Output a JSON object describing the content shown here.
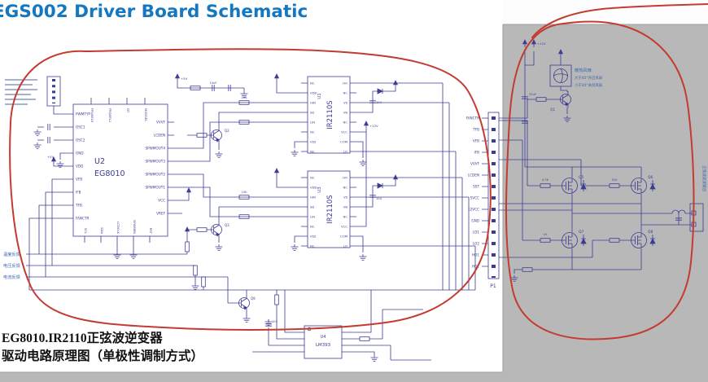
{
  "title": "EGS002 Driver Board Schematic",
  "footer": {
    "line1": "EG8010.IR2110正弦波逆变器",
    "line2": "驱动电路原理图（单极性调制方式）"
  },
  "colors": {
    "title": "#1577c0",
    "ink": "#3c3c94",
    "annot": "#3a66b5",
    "red": "#c43b30"
  },
  "chips": {
    "eg8010": {
      "ref": "U2",
      "part": "EG8010",
      "left_pins": [
        "PWMTYP",
        "OSC1",
        "OSC2",
        "GND",
        "VDD",
        "VFB",
        "IFB",
        "TFB",
        "FANCTR"
      ],
      "right_pins": [
        "VVVF",
        "LCDEN",
        "SPWMOUT4",
        "SPWMOUT3",
        "SPWMOUT2",
        "SPWMOUT1",
        "VCC",
        "VREF"
      ],
      "top_pins": [
        "FRQSEL0",
        "FRQSEL1",
        "DT",
        "MODSEL"
      ],
      "bottom_pins": [
        "SCL",
        "SDA",
        "LCDCLK",
        "SPWMEN",
        "RST"
      ]
    },
    "ir2110_a": {
      "ref": "U1",
      "part": "IR2110S",
      "left_pins": [
        "NC",
        "VDD",
        "HIN",
        "SD",
        "LIN",
        "NC",
        "VSS",
        "NC"
      ],
      "right_pins": [
        "HO",
        "NC",
        "VS",
        "VB",
        "NC",
        "VCC",
        "COM",
        "LO"
      ]
    },
    "ir2110_b": {
      "ref": "U3",
      "part": "IR2110S",
      "left_pins": [
        "NC",
        "VDD",
        "HIN",
        "SD",
        "LIN",
        "NC",
        "VSS",
        "NC"
      ],
      "right_pins": [
        "HO",
        "NC",
        "VS",
        "VB",
        "NC",
        "VCC",
        "COM",
        "LO"
      ]
    },
    "lm393": {
      "ref": "U4",
      "part": "LM393"
    }
  },
  "connector_p1": {
    "ref": "P1",
    "pins": [
      "FANCTR",
      "TFB",
      "VFB",
      "IFB",
      "VVVF",
      "LCDEN",
      "SST",
      "5VCC",
      "12VCC",
      "GND",
      "LO1",
      "LO2",
      "HO1",
      "HO2"
    ]
  },
  "fan_note": {
    "line1": "散热风扇",
    "line2": "大于45°开启风扇",
    "line3": "小于40°关闭风扇"
  },
  "feedback_labels": [
    "温度反馈",
    "电压反馈",
    "电流反馈"
  ],
  "output_label": "正弦波滤波输出",
  "power_labels": {
    "p5": "+5V",
    "p12": "+12V"
  },
  "mosfet_refs": [
    "Q5",
    "Q6",
    "Q7",
    "Q8"
  ],
  "transistor_refs": {
    "q1": "Q1",
    "q2": "Q2",
    "q3": "Q3",
    "q9": "Q9"
  },
  "values": [
    "10K",
    "10K",
    "4.7K",
    "1K",
    "104",
    "104",
    "103",
    "22uF",
    "10uF",
    "510"
  ]
}
